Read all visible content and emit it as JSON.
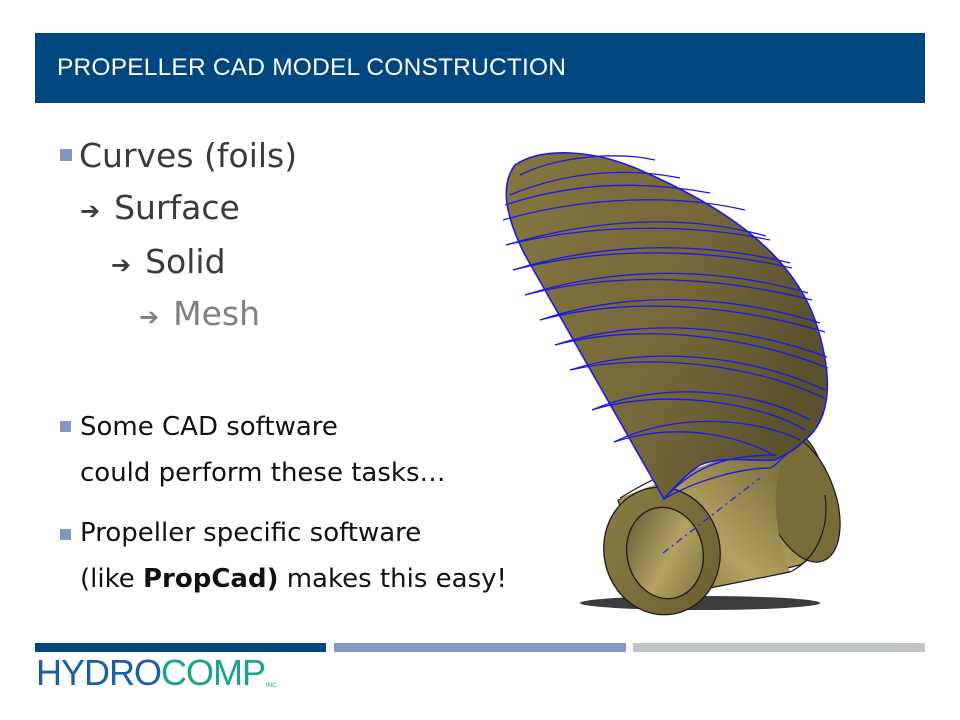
{
  "slide": {
    "title": "PROPELLER CAD MODEL CONSTRUCTION",
    "colors": {
      "title_bar": "#00467f",
      "bullet": "#8099c2",
      "footer_bar_1": "#00467f",
      "footer_bar_2": "#8099c2",
      "footer_bar_3": "#c0c4c8",
      "blade_fill": "#7a6c3a",
      "curve_blue": "#1a1ae6"
    }
  },
  "bullets": {
    "workflow": {
      "main": "Curves (foils)",
      "steps": [
        {
          "arrow": "➔",
          "label": "Surface"
        },
        {
          "arrow": "➔",
          "label": "Solid"
        },
        {
          "arrow": "➔",
          "label": "Mesh"
        }
      ]
    },
    "point1": {
      "line1": "Some CAD software",
      "line2": "could perform these tasks…"
    },
    "point2": {
      "line1": "Propeller specific software",
      "line2_prefix": "(like ",
      "line2_bold": "PropCad)",
      "line2_suffix": " makes this easy!"
    }
  },
  "image": {
    "description": "propeller-blade-cad-model"
  },
  "footer": {
    "logo": {
      "part1": "HYDRO",
      "part2": "COMP",
      "suffix": "INC."
    }
  }
}
